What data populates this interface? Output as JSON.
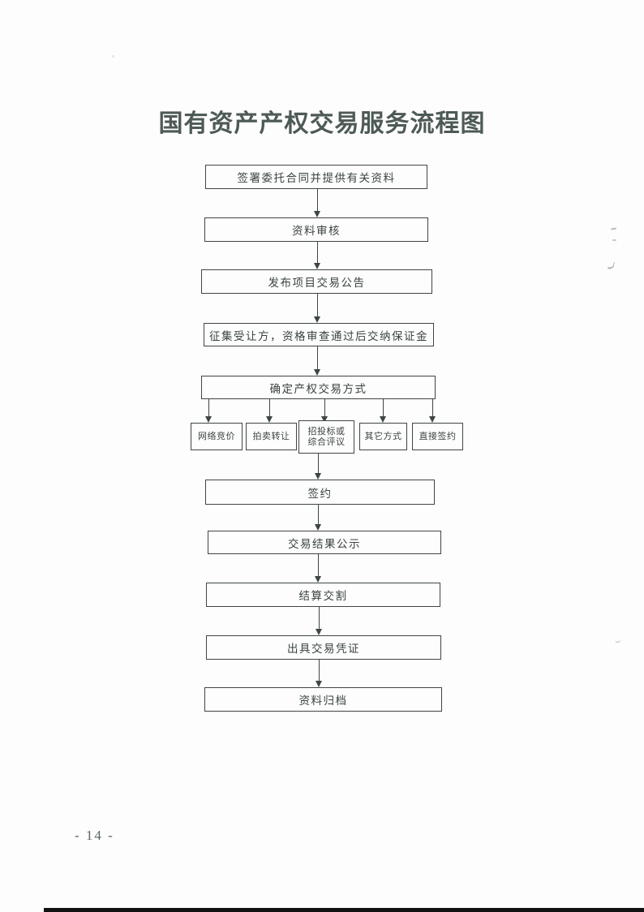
{
  "document": {
    "title": "国有资产产权交易服务流程图",
    "page_number": "- 14 -"
  },
  "flow": {
    "main_steps": [
      {
        "label": "签署委托合同并提供有关资料"
      },
      {
        "label": "资料审核"
      },
      {
        "label": "发布项目交易公告"
      },
      {
        "label": "征集受让方，资格审查通过后交纳保证金"
      },
      {
        "label": "确定产权交易方式"
      }
    ],
    "branch_options": [
      {
        "label": "网络竞价"
      },
      {
        "label": "拍卖转让"
      },
      {
        "label": "招投标或综合评议",
        "lines": [
          "招投标或",
          "综合评议"
        ]
      },
      {
        "label": "其它方式"
      },
      {
        "label": "直接签约"
      }
    ],
    "final_steps": [
      {
        "label": "签约"
      },
      {
        "label": "交易结果公示"
      },
      {
        "label": "结算交割"
      },
      {
        "label": "出具交易凭证"
      },
      {
        "label": "资料归档"
      }
    ]
  },
  "colors": {
    "ink": "#3e4643",
    "title_ink": "#4e5a55",
    "page_number_ink": "#5b6663"
  }
}
